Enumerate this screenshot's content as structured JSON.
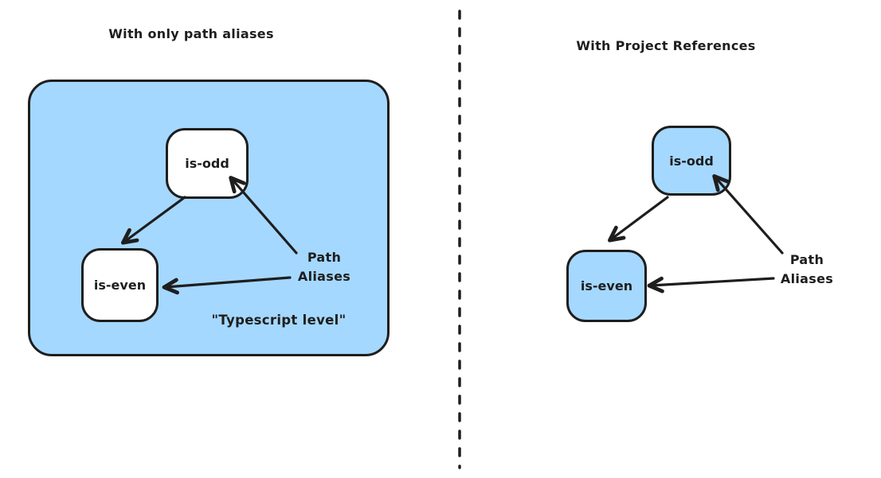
{
  "left_panel": {
    "title": "With only path aliases",
    "node_is_odd": "is-odd",
    "node_is_even": "is-even",
    "annotation": {
      "line1": "Path",
      "line2": "Aliases"
    },
    "container_label": "\"Typescript level\""
  },
  "right_panel": {
    "title": "With Project References",
    "node_is_odd": "is-odd",
    "node_is_even": "is-even",
    "annotation": {
      "line1": "Path",
      "line2": "Aliases"
    }
  },
  "colors": {
    "node_fill": "#a5d8ff",
    "stroke": "#1e1e1e",
    "background": "#ffffff"
  }
}
